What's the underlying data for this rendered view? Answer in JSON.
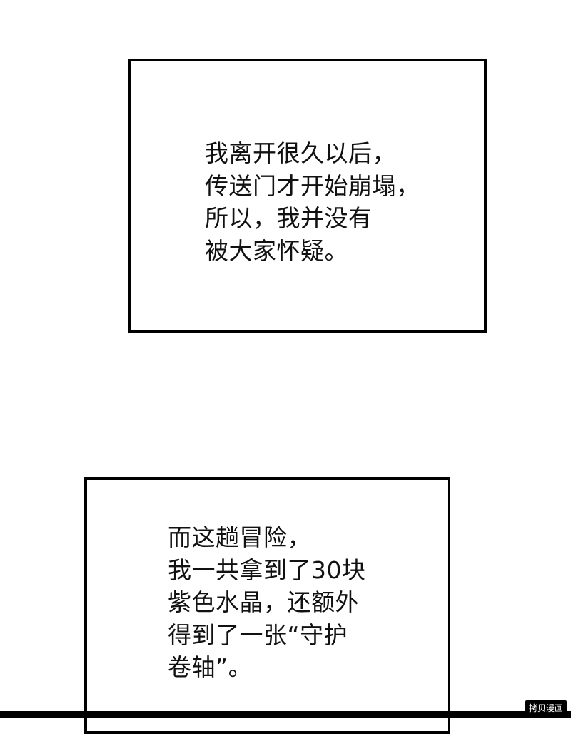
{
  "caption_boxes": [
    {
      "lines": [
        "我离开很久以后，",
        "传送门才开始崩塌，",
        "所以，我并没有",
        "被大家怀疑。"
      ]
    },
    {
      "lines": [
        "而这趟冒险，",
        "我一共拿到了30块",
        "紫色水晶，还额外",
        "得到了一张“守护",
        "卷轴”。"
      ]
    }
  ],
  "watermark": "拷贝漫画",
  "colors": {
    "background": "#ffffff",
    "border": "#000000",
    "text": "#111111"
  }
}
